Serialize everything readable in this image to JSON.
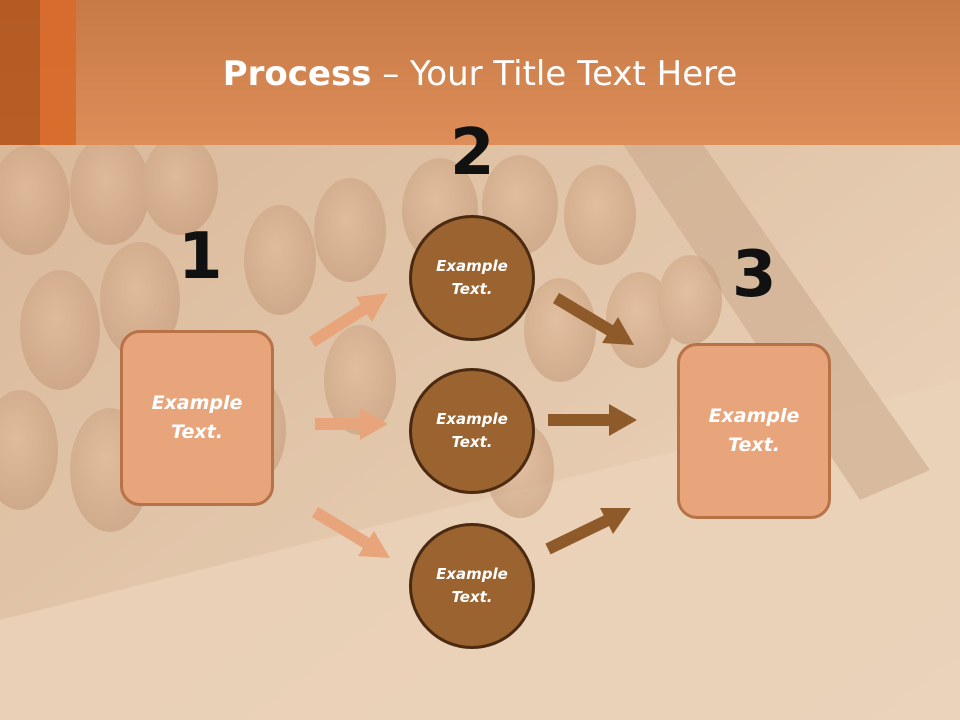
{
  "title": {
    "bold": "Process",
    "rest": " – Your Title Text Here"
  },
  "steps": {
    "one": "1",
    "two": "2",
    "three": "3"
  },
  "left_box": {
    "text": "Example\nText."
  },
  "right_box": {
    "text": "Example\nText."
  },
  "circles": [
    {
      "text": "Example\nText."
    },
    {
      "text": "Example\nText."
    },
    {
      "text": "Example\nText."
    }
  ],
  "colors": {
    "title_bar": "#dd8d58",
    "box_fill": "#e8a57c",
    "circle_fill": "#9a6330",
    "arrow_light": "#e8a57c",
    "arrow_dark": "#8f5a2a"
  }
}
